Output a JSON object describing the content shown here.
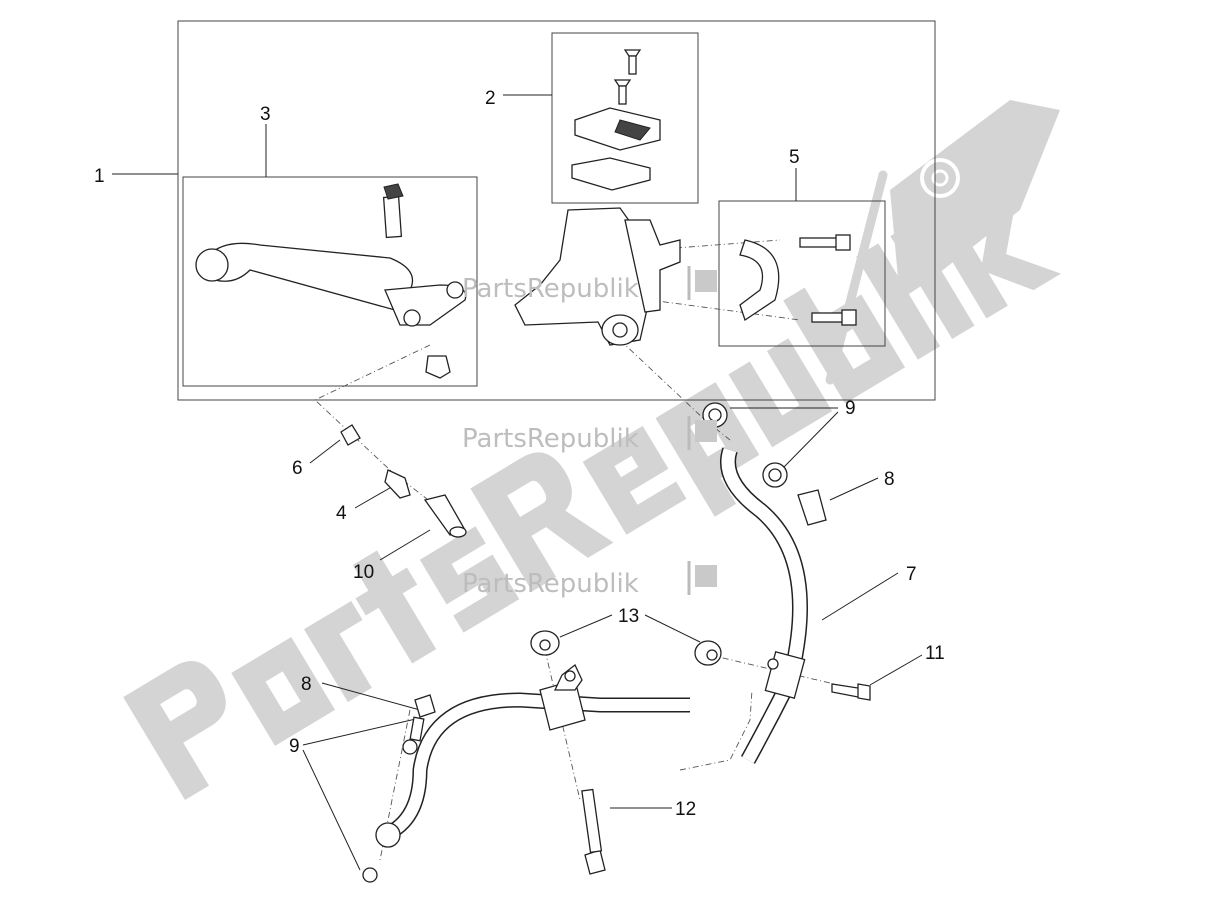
{
  "watermark": {
    "large_text": "PartsRepublik",
    "small_text": "PartsRepublik",
    "logo_icon": "gear-flag-icon"
  },
  "callouts": [
    {
      "id": "callout-1",
      "label": "1"
    },
    {
      "id": "callout-2",
      "label": "2"
    },
    {
      "id": "callout-3",
      "label": "3"
    },
    {
      "id": "callout-5",
      "label": "5"
    },
    {
      "id": "callout-9-top",
      "label": "9"
    },
    {
      "id": "callout-8-right",
      "label": "8"
    },
    {
      "id": "callout-6",
      "label": "6"
    },
    {
      "id": "callout-4",
      "label": "4"
    },
    {
      "id": "callout-10",
      "label": "10"
    },
    {
      "id": "callout-7",
      "label": "7"
    },
    {
      "id": "callout-13",
      "label": "13"
    },
    {
      "id": "callout-11",
      "label": "11"
    },
    {
      "id": "callout-8-left",
      "label": "8"
    },
    {
      "id": "callout-9-left",
      "label": "9"
    },
    {
      "id": "callout-12",
      "label": "12"
    }
  ]
}
